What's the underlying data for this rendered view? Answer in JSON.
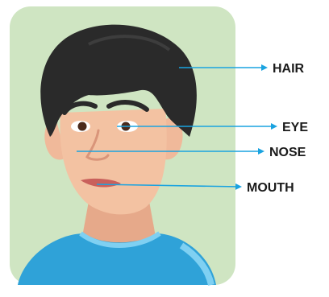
{
  "colors": {
    "panel": "#cfe5c2",
    "arrow": "#1aa3e0",
    "label": "#1a1a1a"
  },
  "labels": {
    "hair": "HAIR",
    "eye": "EYE",
    "nose": "NOSE",
    "mouth": "MOUTH"
  }
}
